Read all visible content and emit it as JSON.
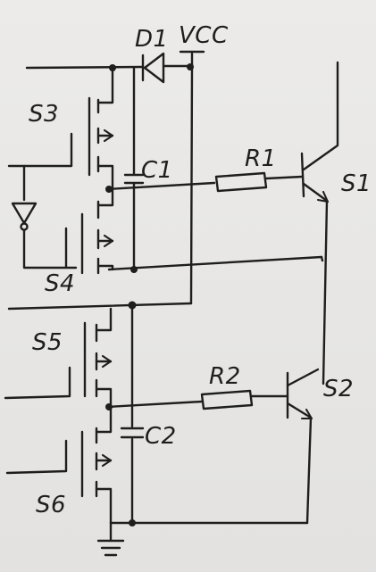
{
  "diagram": {
    "labels": {
      "d1": "D1",
      "vcc": "VCC",
      "s3": "S3",
      "c1": "C1",
      "r1": "R1",
      "s1": "S1",
      "s4": "S4",
      "s5": "S5",
      "r2": "R2",
      "s2": "S2",
      "c2": "C2",
      "s6": "S6"
    },
    "components": [
      "diode",
      "capacitor",
      "capacitor",
      "resistor",
      "resistor",
      "npn-transistor",
      "npn-transistor",
      "mosfet",
      "mosfet",
      "mosfet",
      "mosfet",
      "inverter",
      "ground"
    ]
  }
}
